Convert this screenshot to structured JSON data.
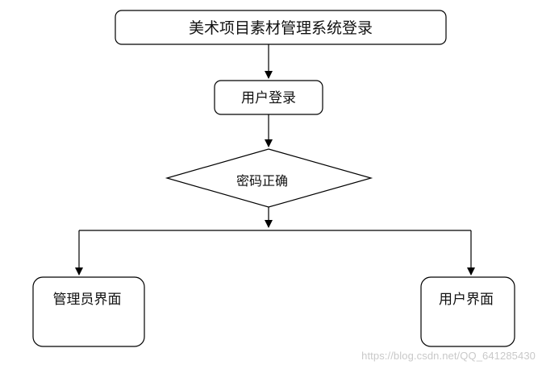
{
  "nodes": {
    "system_login": "美术项目素材管理系统登录",
    "user_login": "用户登录",
    "password_check": "密码正确",
    "admin_view": "管理员界面",
    "user_view": "用户界面"
  },
  "watermark": "https://blog.csdn.net/QQ_641285430"
}
